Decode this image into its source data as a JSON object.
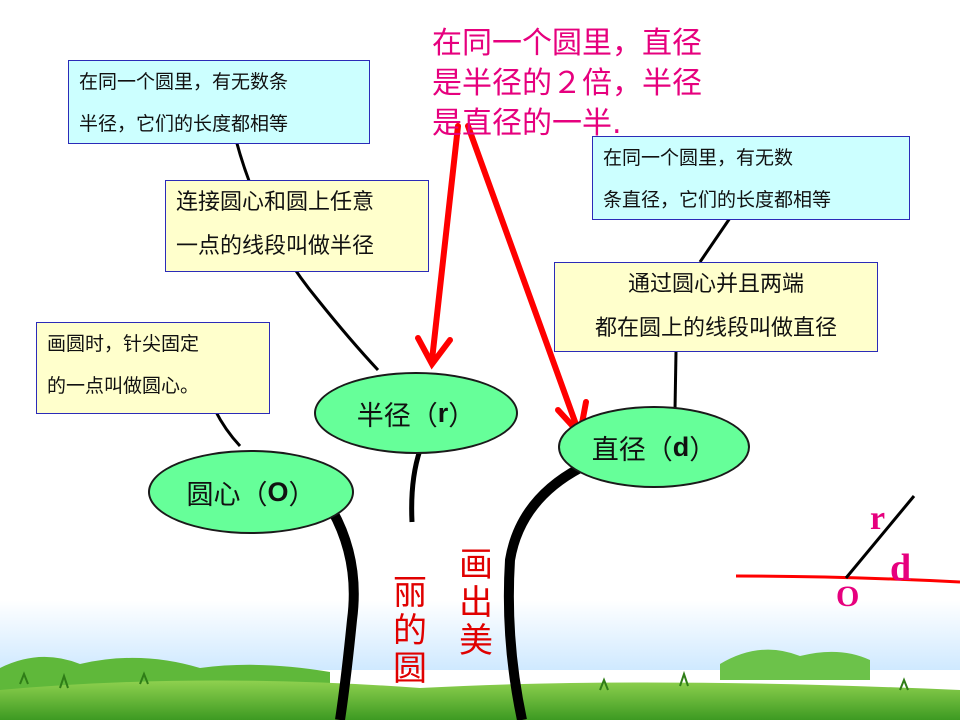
{
  "title": {
    "lines": [
      "在同一个圆里，直径",
      "是半径的２倍，半径",
      "是直径的一半."
    ]
  },
  "boxes": {
    "radius_property": {
      "lines": [
        "在同一个圆里，有无数条",
        "半径，它们的长度都相等"
      ]
    },
    "radius_definition": {
      "lines": [
        "连接圆心和圆上任意",
        "一点的线段叫做半径"
      ]
    },
    "center_definition": {
      "lines": [
        "画圆时，针尖固定",
        "的一点叫做圆心。"
      ]
    },
    "diameter_property": {
      "lines": [
        "在同一个圆里，有无数",
        "条直径，它们的长度都相等"
      ]
    },
    "diameter_definition": {
      "lines": [
        "通过圆心并且两端",
        "都在圆上的线段叫做直径"
      ]
    }
  },
  "leaves": {
    "center": {
      "label": "圆心（",
      "symbol": "O",
      "close": "）"
    },
    "radius": {
      "label": "半径（",
      "symbol": "r",
      "close": "）"
    },
    "diameter": {
      "label": "直径（",
      "symbol": "d",
      "close": "）"
    }
  },
  "trunk_text": {
    "left": [
      "丽",
      "的",
      "圆"
    ],
    "right": [
      "画",
      "出",
      "美"
    ]
  },
  "diagram": {
    "r_label": "r",
    "d_label": "d",
    "o_label": "O"
  },
  "colors": {
    "box_cyan": "#ccffff",
    "box_cream": "#ffffcc",
    "leaf_green": "#66ff99",
    "arrow_red": "#ff0000",
    "title_magenta": "#e6007e",
    "trunk_text_red": "#e00000",
    "grass_green": "#4caf2a",
    "sky_blue": "#bfe6ff"
  }
}
